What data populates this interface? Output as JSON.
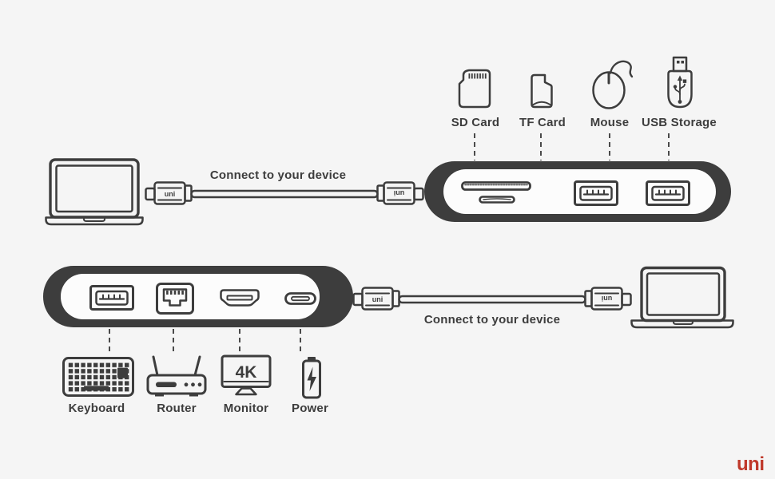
{
  "colors": {
    "background": "#f5f5f5",
    "ink": "#3d3d3d",
    "hub_body": "#3d3d3d",
    "hub_face": "#fcfcfc",
    "logo": "#c0392b"
  },
  "brand": {
    "logo_text": "uni"
  },
  "top_row": {
    "device_label": "Connect to your device",
    "connector_text": "uni",
    "peripherals": [
      {
        "icon": "sd-card",
        "label": "SD Card"
      },
      {
        "icon": "tf-card",
        "label": "TF Card"
      },
      {
        "icon": "mouse",
        "label": "Mouse"
      },
      {
        "icon": "usb-storage",
        "label": "USB Storage"
      }
    ],
    "hub_ports": [
      "sd-card-slot",
      "tf-card-slot",
      "usb-a-port",
      "usb-a-port"
    ]
  },
  "bottom_row": {
    "device_label": "Connect to your device",
    "connector_text": "uni",
    "peripherals": [
      {
        "icon": "keyboard",
        "label": "Keyboard"
      },
      {
        "icon": "router",
        "label": "Router"
      },
      {
        "icon": "monitor",
        "label": "Monitor",
        "badge": "4K"
      },
      {
        "icon": "power",
        "label": "Power"
      }
    ],
    "hub_ports": [
      "usb-a-port",
      "ethernet-port",
      "hdmi-port",
      "usb-c-port"
    ]
  }
}
